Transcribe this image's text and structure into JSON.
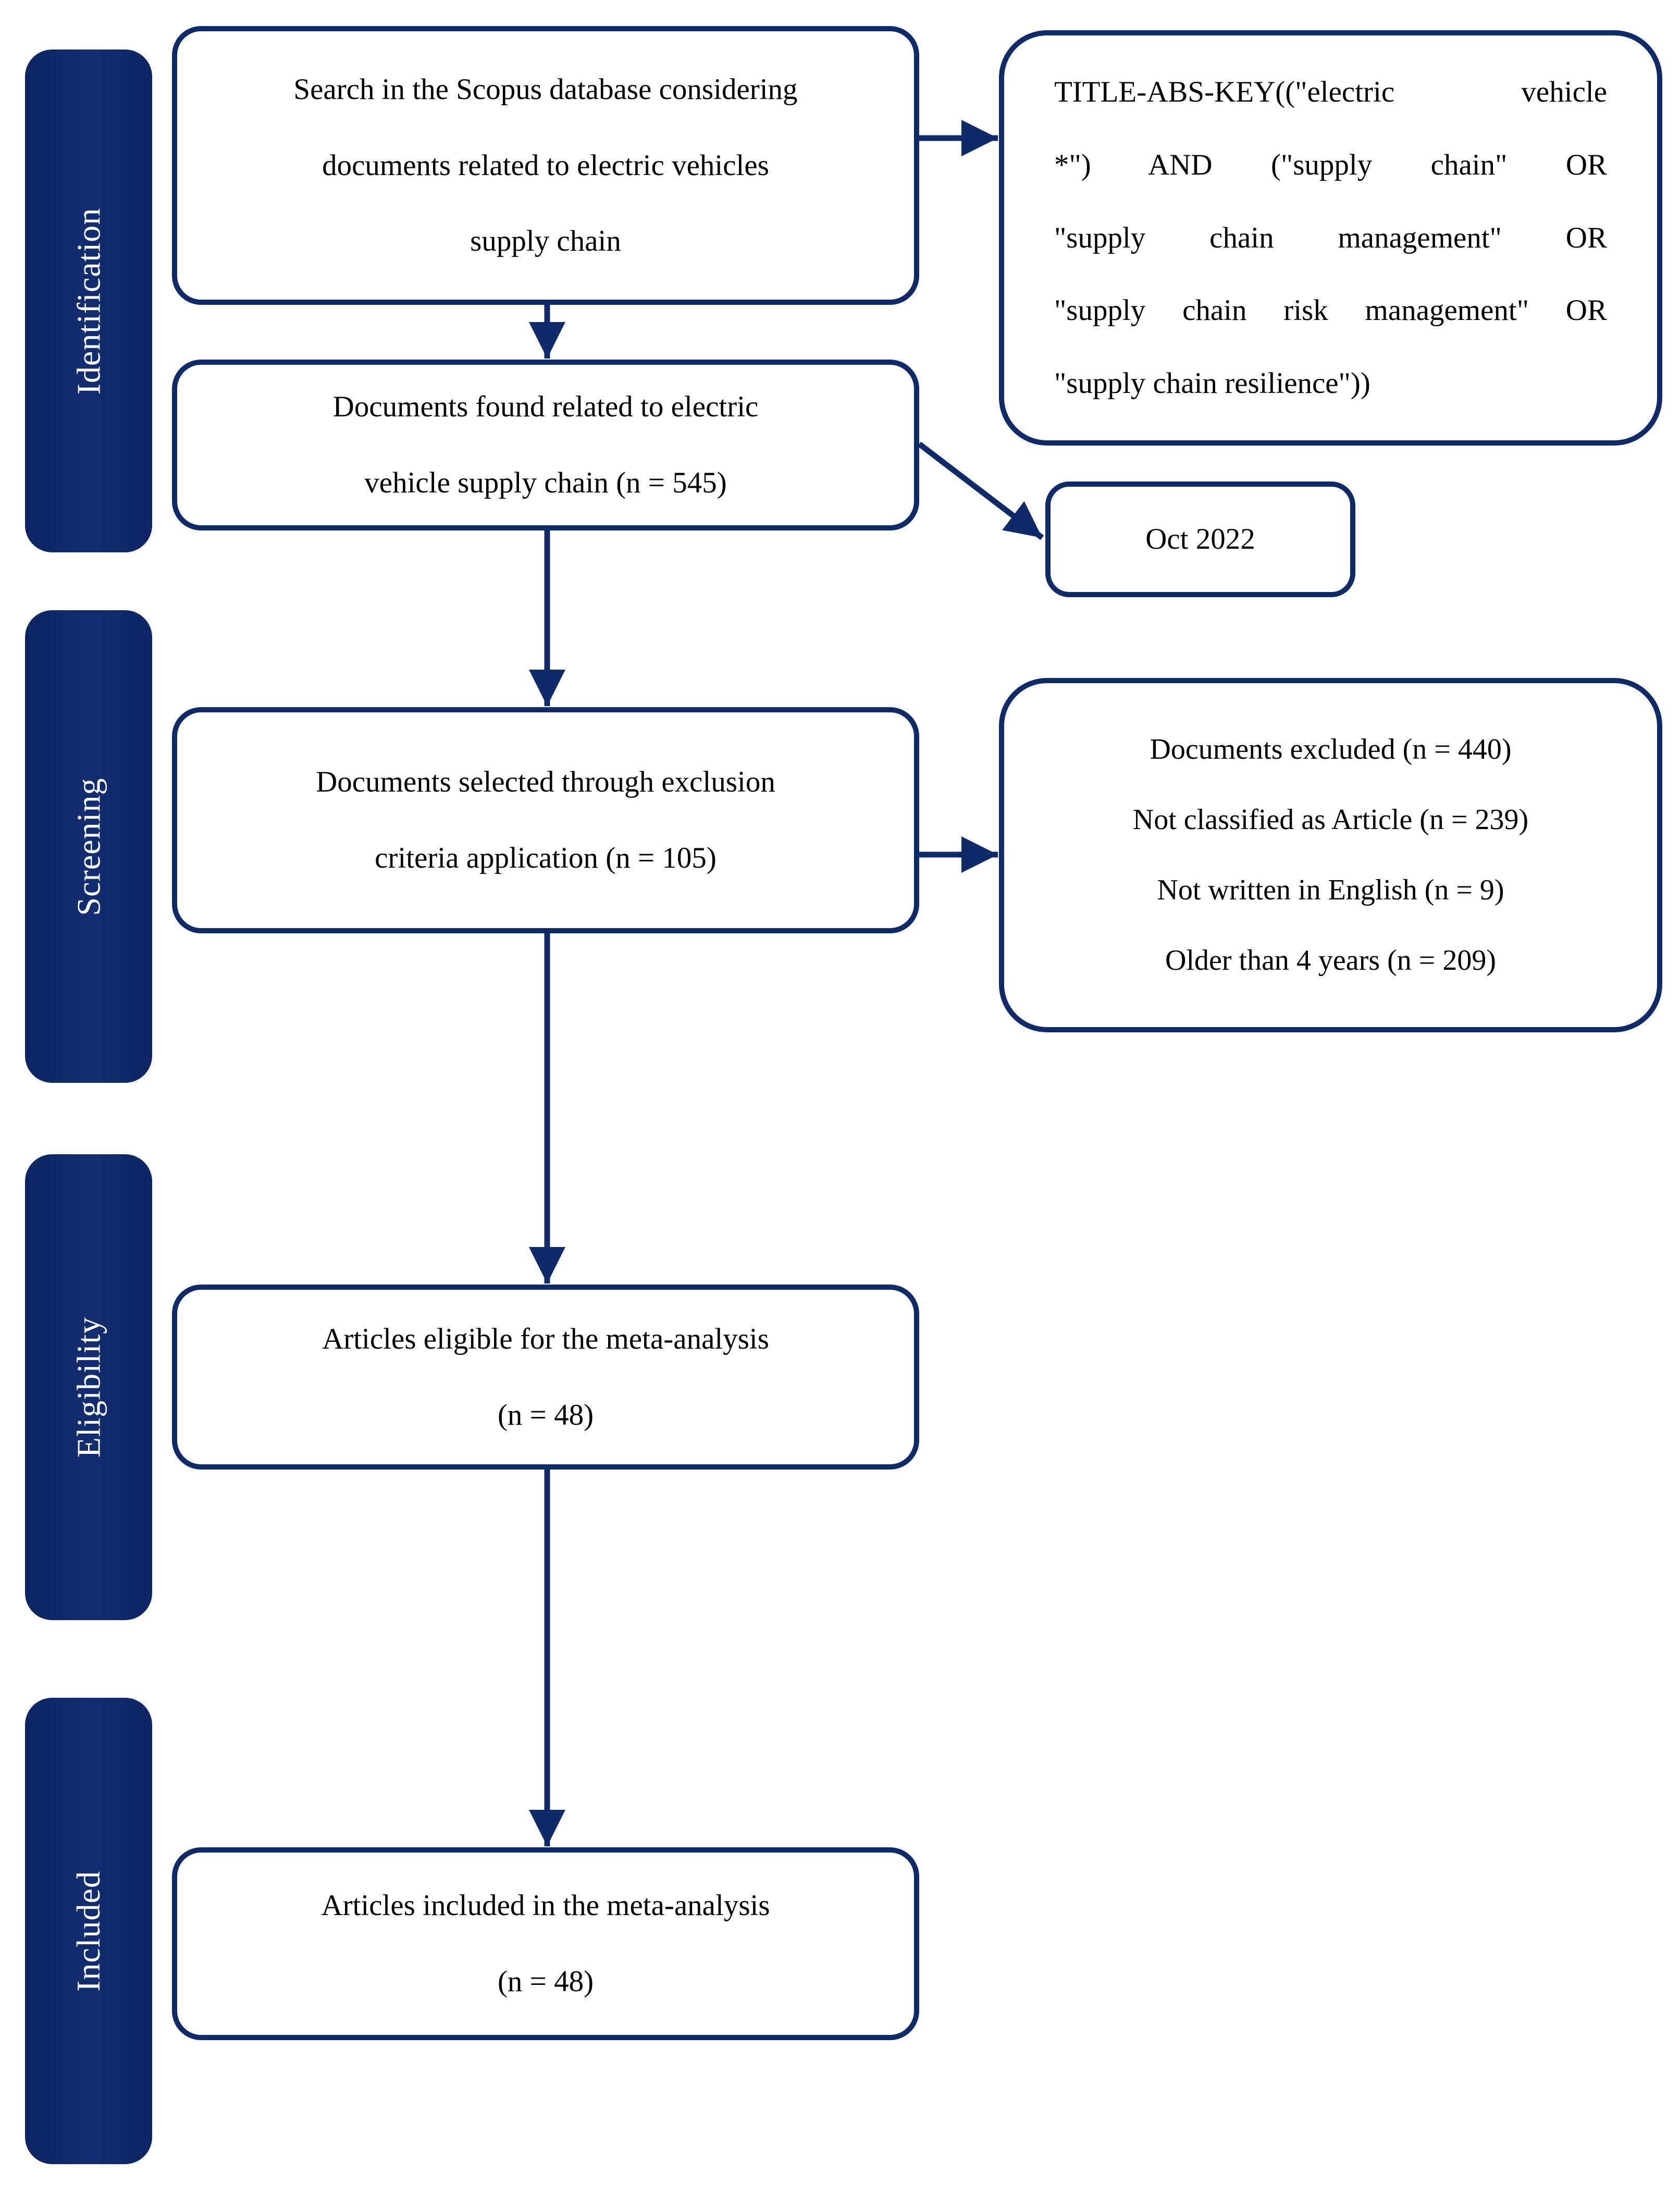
{
  "colors": {
    "navy": "#0e2a68",
    "box_text": "#000000",
    "stage_text": "#ffffff",
    "background": "#ffffff"
  },
  "sidebar": {
    "stages": [
      {
        "label": "Identification"
      },
      {
        "label": "Screening"
      },
      {
        "label": "Eligibility"
      },
      {
        "label": "Included"
      }
    ]
  },
  "flow_boxes": {
    "search": {
      "lines": [
        "Search in the Scopus database considering",
        "documents related to electric vehicles",
        "supply chain"
      ]
    },
    "found": {
      "lines": [
        "Documents found related to electric",
        "vehicle supply chain (n = 545)"
      ]
    },
    "selected": {
      "lines": [
        "Documents selected through exclusion",
        "criteria application (n = 105)"
      ]
    },
    "eligible": {
      "lines": [
        "Articles eligible for the meta-analysis",
        "(n = 48)"
      ]
    },
    "included": {
      "lines": [
        "Articles included in the meta-analysis",
        "(n = 48)"
      ]
    }
  },
  "side_boxes": {
    "query": {
      "lines": [
        "TITLE-ABS-KEY((\"electric vehicle",
        "*\") AND (\"supply chain\" OR",
        "\"supply chain management\" OR",
        "\"supply chain risk management\" OR",
        "\"supply chain resilience\"))"
      ]
    },
    "date": {
      "text": "Oct 2022"
    },
    "excluded": {
      "lines": [
        "Documents excluded (n = 440)",
        "Not classified as Article (n = 239)",
        "Not written in English (n = 9)",
        "Older than 4 years (n = 209)"
      ]
    }
  }
}
